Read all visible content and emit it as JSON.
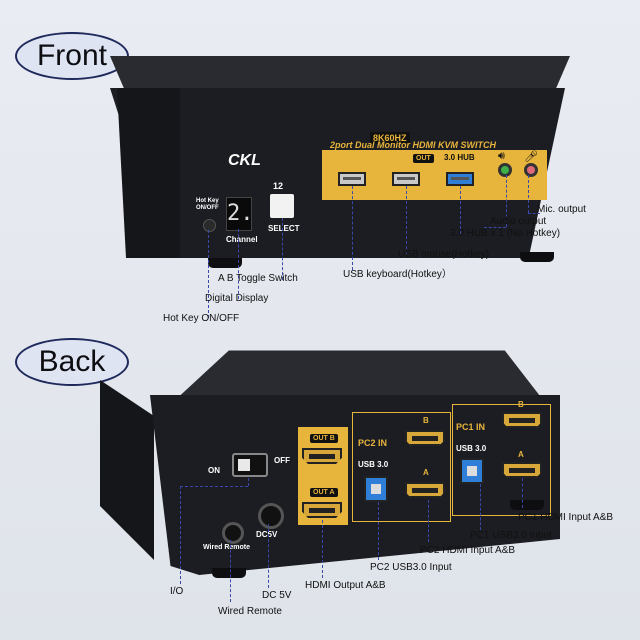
{
  "front": {
    "heading": "Front",
    "brand": "CKL",
    "resolution_badge": "8K60HZ",
    "product_title": "2port Dual Monitor HDMI KVM SWITCH",
    "hotkey_label": "Hot Key ON/OFF",
    "digital_display_value": "2.",
    "channel_label": "Channel",
    "select_indicator": "12",
    "select_label": "SELECT",
    "out_label": "OUT",
    "hub_label": "3.0 HUB",
    "annotations": {
      "mic": "Mic. output",
      "audio": "Audio output",
      "hub": "3.0 HUB x 1 (No Hotkey)",
      "mouse": "USB mouse(Hotkey)",
      "keyboard": "USB keyboard(Hotkey）",
      "toggle": "A B Toggle Switch",
      "display": "Digital Display",
      "hotkey": "Hot Key ON/OFF"
    }
  },
  "back": {
    "heading": "Back",
    "on_label": "ON",
    "off_label": "OFF",
    "wired_remote_label": "Wired Remote",
    "dc_label": "DC5V",
    "out_b": "OUT B",
    "out_a": "OUT A",
    "pc2_in": "PC2 IN",
    "pc1_in": "PC1 IN",
    "usb30": "USB 3.0",
    "port_b": "B",
    "port_a": "A",
    "annotations": {
      "pc1_hdmi": "PC1 HDMI Input A&B",
      "pc1_usb": "PC1 USB3.0 Input",
      "pc2_hdmi": "PC2 HDMI Input A&B",
      "pc2_usb": "PC2 USB3.0 Input",
      "hdmi_out": "HDMI Output A&B",
      "io": "I/O",
      "dc": "DC 5V",
      "remote": "Wired Remote"
    }
  },
  "colors": {
    "panel_gold": "#e7b43c",
    "chassis": "#1c1d22",
    "leader_line": "#3949ab",
    "usb_blue": "#2f7ed8"
  }
}
